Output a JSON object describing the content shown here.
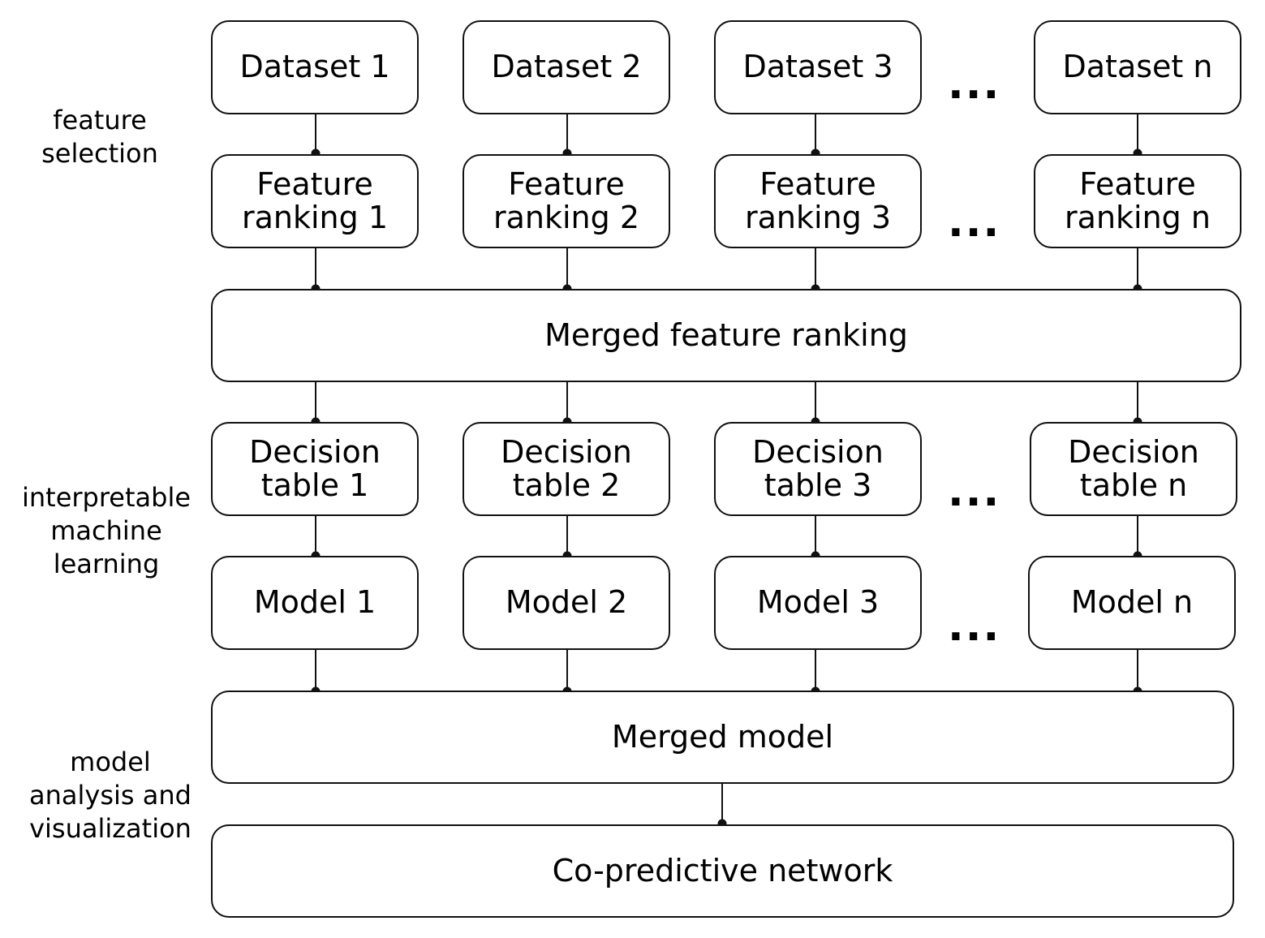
{
  "side_labels": {
    "feature_selection": "feature\nselection",
    "interpretable_ml": "interpretable\nmachine\nlearning",
    "model_analysis": "model\nanalysis and\nvisualization"
  },
  "datasets": [
    "Dataset 1",
    "Dataset 2",
    "Dataset 3",
    "Dataset n"
  ],
  "feature_rankings": [
    "Feature\nranking 1",
    "Feature\nranking 2",
    "Feature\nranking 3",
    "Feature\nranking n"
  ],
  "merged_feature_ranking": "Merged feature ranking",
  "decision_tables": [
    "Decision\ntable 1",
    "Decision\ntable 2",
    "Decision\ntable 3",
    "Decision\ntable n"
  ],
  "models": [
    "Model 1",
    "Model 2",
    "Model 3",
    "Model n"
  ],
  "merged_model": "Merged model",
  "co_predictive_network": "Co-predictive network",
  "ellipsis": "..."
}
